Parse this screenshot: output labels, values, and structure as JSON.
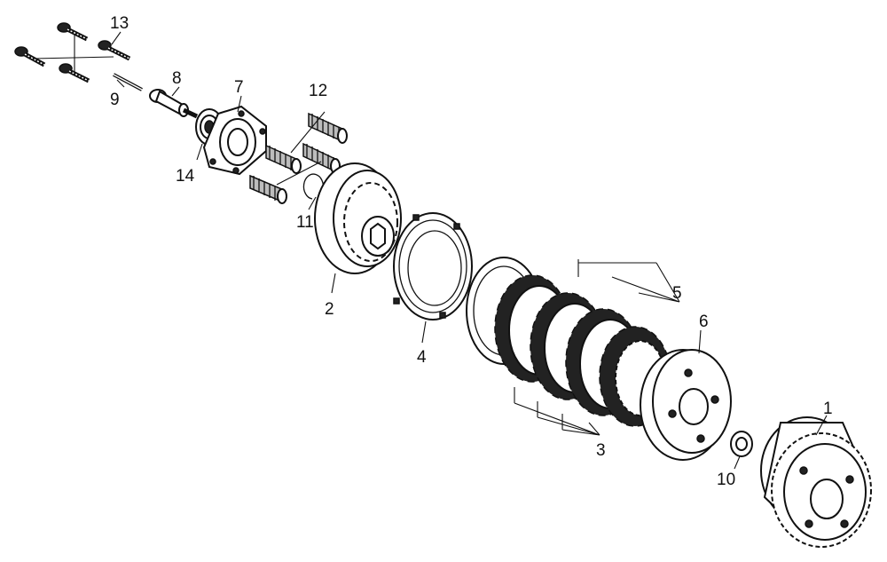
{
  "callouts": [
    {
      "id": "c1",
      "label": "1"
    },
    {
      "id": "c2",
      "label": "2"
    },
    {
      "id": "c3",
      "label": "3"
    },
    {
      "id": "c4",
      "label": "4"
    },
    {
      "id": "c5",
      "label": "5"
    },
    {
      "id": "c6",
      "label": "6"
    },
    {
      "id": "c7",
      "label": "7"
    },
    {
      "id": "c8",
      "label": "8"
    },
    {
      "id": "c9",
      "label": "9"
    },
    {
      "id": "c10",
      "label": "10"
    },
    {
      "id": "c11",
      "label": "11"
    },
    {
      "id": "c12",
      "label": "12"
    },
    {
      "id": "c13",
      "label": "13"
    },
    {
      "id": "c14",
      "label": "14"
    }
  ],
  "colors": {
    "line": "#111111",
    "background": "#ffffff",
    "shade": "#222222"
  }
}
